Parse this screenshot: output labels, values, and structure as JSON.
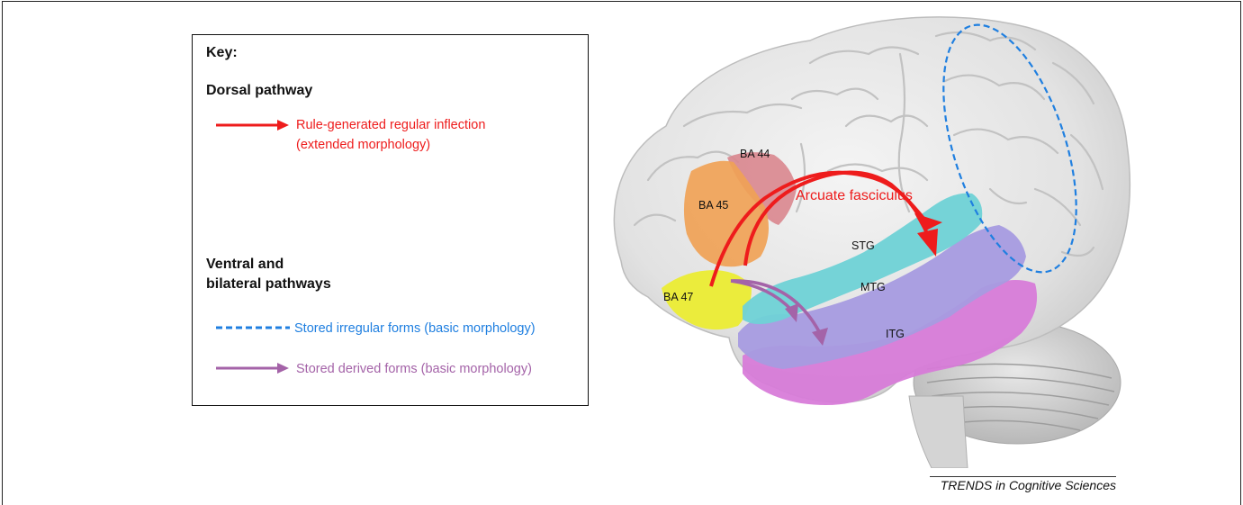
{
  "key": {
    "title": "Key:",
    "dorsal_heading": "Dorsal pathway",
    "dorsal_label_line1": "Rule-generated regular inflection",
    "dorsal_label_line2": "(extended morphology)",
    "ventral_heading_line1": "Ventral and",
    "ventral_heading_line2": "bilateral pathways",
    "irregular_label": "Stored irregular forms (basic morphology)",
    "derived_label": "Stored derived forms (basic morphology)"
  },
  "regions": {
    "ba44": "BA 44",
    "ba45": "BA 45",
    "ba47": "BA 47",
    "stg": "STG",
    "mtg": "MTG",
    "itg": "ITG"
  },
  "tract": "Arcuate fasciculus",
  "credit": "TRENDS in Cognitive Sciences",
  "colors": {
    "dorsal_red": "#ee1c1c",
    "ventral_blue": "#1f7fe0",
    "derived_purple": "#a463a8",
    "ba44": "#d9868e",
    "ba45": "#f0a256",
    "ba47": "#eced2e",
    "stg": "#6fd2d6",
    "mtg": "#a79be0",
    "itg": "#d77ad8"
  }
}
